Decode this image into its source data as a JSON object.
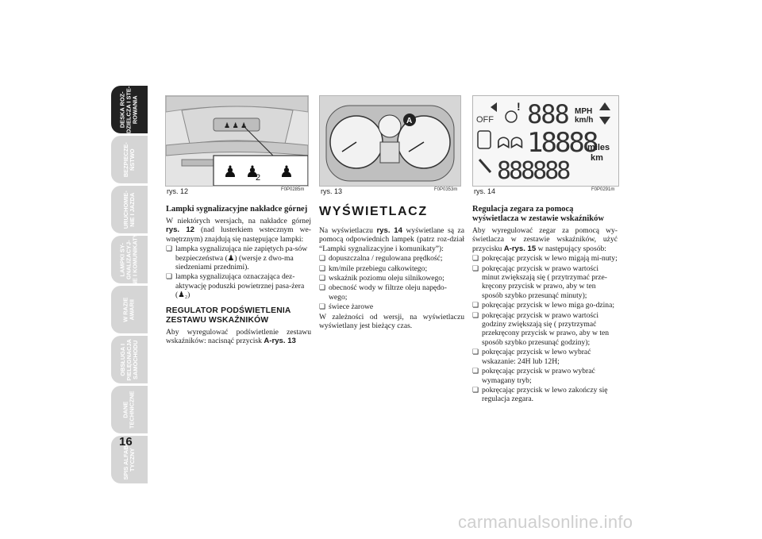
{
  "side_tabs": [
    {
      "label": "DESKA ROZ-\nDZIELCZA I STE-\nROWANIA",
      "active": true
    },
    {
      "label": "BEZPIECZE-\nŃSTWO",
      "active": false
    },
    {
      "label": "URUCHOMIE-\nNIE I JAZDA",
      "active": false
    },
    {
      "label": "LAMPKI SY-\nGNALIZACYJ-\nNE I KOMUNIKATY",
      "active": false
    },
    {
      "label": "W RAZIE\nAWARII",
      "active": false
    },
    {
      "label": "OBSŁUGA I\nPIELĘGNACJA\nSAMOCHODU",
      "active": false
    },
    {
      "label": "DANE\nTECHNICZNE",
      "active": false
    },
    {
      "label": "SPIS ALFABE-\nTYCZNY",
      "active": false
    }
  ],
  "page_number": "16",
  "figures": [
    {
      "caption": "rys. 12",
      "code": "F0P0285m"
    },
    {
      "caption": "rys. 13",
      "code": "F0P0353m"
    },
    {
      "caption": "rys. 14",
      "code": "F0P0291m"
    }
  ],
  "fig14": {
    "off": "OFF",
    "big_top": "888",
    "mph": "MPH",
    "kmh": "km/h",
    "big_mid": "18888",
    "miles": "miles",
    "km": "km",
    "big_bot": "888888"
  },
  "fig13": {
    "marker": "A"
  },
  "fig12": {
    "seat_label": "2"
  },
  "col1": {
    "heading": "Lampki sygnalizacyjne nakładce górnej",
    "p1_a": "W niektórych wersjach, na nakładce górnej ",
    "p1_ref": "rys. 12",
    "p1_b": " (nad lusterkiem wstecznym we-wnętrznym) znajdują się następujące lampki:",
    "bullets": [
      "lampka sygnalizująca nie zapiętych pa-sów bezpieczeństwa (♟) (wersje z dwo-ma siedzeniami przednimi).",
      "lampka sygnalizująca oznaczająca dez-aktywację poduszki powietrznej pasa-żera (♟₂)"
    ],
    "heading2": "REGULATOR PODŚWIETLENIA ZESTAWU WSKAŹNIKÓW",
    "p2_a": "Aby wyregulować podświetlenie zestawu wskaźników: nacisnąć przycisk ",
    "p2_ref": "A-rys. 13"
  },
  "col2": {
    "heading": "WYŚWIETLACZ",
    "p1_a": "Na wyświetlaczu ",
    "p1_ref": "rys. 14",
    "p1_b": " wyświetlane są za pomocą odpowiednich lampek (patrz roz-dział “Lampki sygnalizacyjne i komunikaty”):",
    "bullets": [
      "dopuszczalna / regulowana prędkość;",
      "km/mile przebiegu całkowitego;",
      "wskaźnik poziomu oleju silnikowego;",
      "obecność wody w filtrze oleju napędo-wego;",
      "świece żarowe"
    ],
    "p2": "W zależności od wersji, na wyświetlaczu wyświetlany jest bieżący czas."
  },
  "col3": {
    "heading": "Regulacja zegara za pomocą wyświetlacza w zestawie wskaźników",
    "p1_a": "Aby wyregulować zegar za pomocą wy-świetlacza w zestawie wskaźników, użyć przycisku ",
    "p1_ref": "A-rys. 15",
    "p1_b": " w następujący sposób:",
    "bullets": [
      "pokręcając przycisk w lewo migają mi-nuty;",
      "pokręcając przycisk w prawo wartości minut zwiększają się ( przytrzymać prze-kręcony przycisk w prawo, aby w ten sposób szybko przesunąć minuty);",
      "pokręcając przycisk w lewo miga go-dzina;",
      "pokręcając przycisk w prawo wartości godziny zwiększają się ( przytrzymać przekręcony przycisk w prawo, aby w ten sposób szybko przesunąć godziny);",
      "pokręcając przycisk w lewo wybrać wskazanie: 24H lub 12H;",
      "pokręcając przycisk w prawo wybrać wymagany tryb;",
      "pokręcając przycisk w lewo zakończy się regulacja zegara."
    ]
  },
  "watermark": "carmanualsonline.info"
}
